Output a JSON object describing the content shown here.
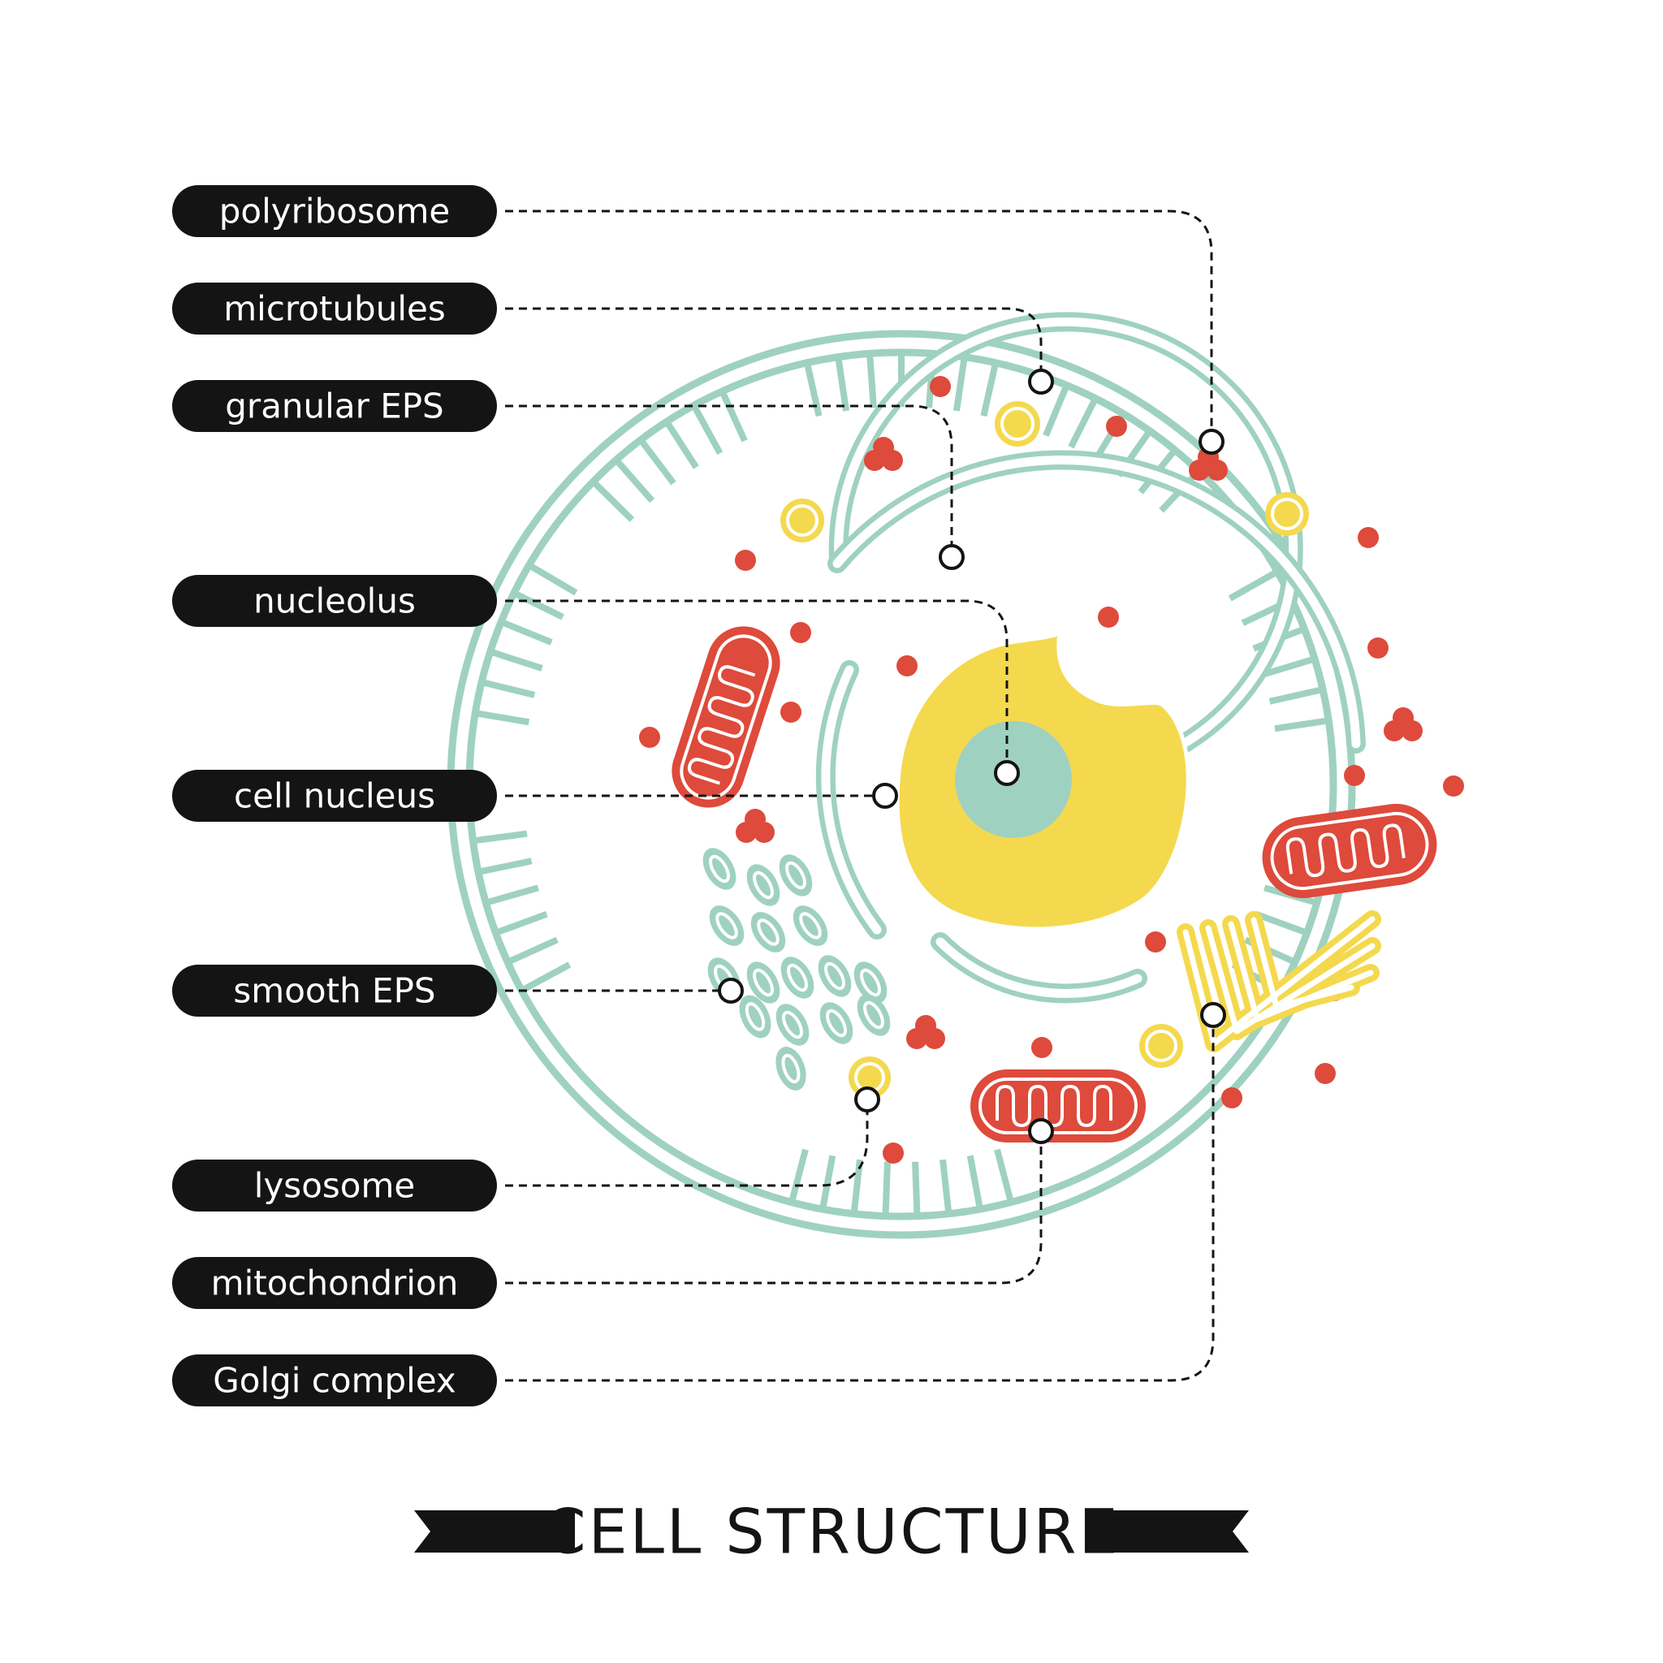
{
  "labels": {
    "polyribosome": "polyribosome",
    "microtubules": "microtubules",
    "granular_eps": "granular EPS",
    "nucleolus": "nucleolus",
    "cell_nucleus": "cell nucleus",
    "smooth_eps": "smooth EPS",
    "lysosome": "lysosome",
    "mitochondrion": "mitochondrion",
    "golgi_complex": "Golgi complex"
  },
  "title": "CELL STRUCTURE",
  "colors": {
    "membrane": "#9fd1c1",
    "nucleus": "#f4d94e",
    "nucleolus": "#9fd1c1",
    "ribosome": "#de4a3b",
    "mitochondrion": "#de4a3b",
    "golgi": "#f4d94e",
    "label_pill": "#141414",
    "label_text": "#ffffff"
  }
}
